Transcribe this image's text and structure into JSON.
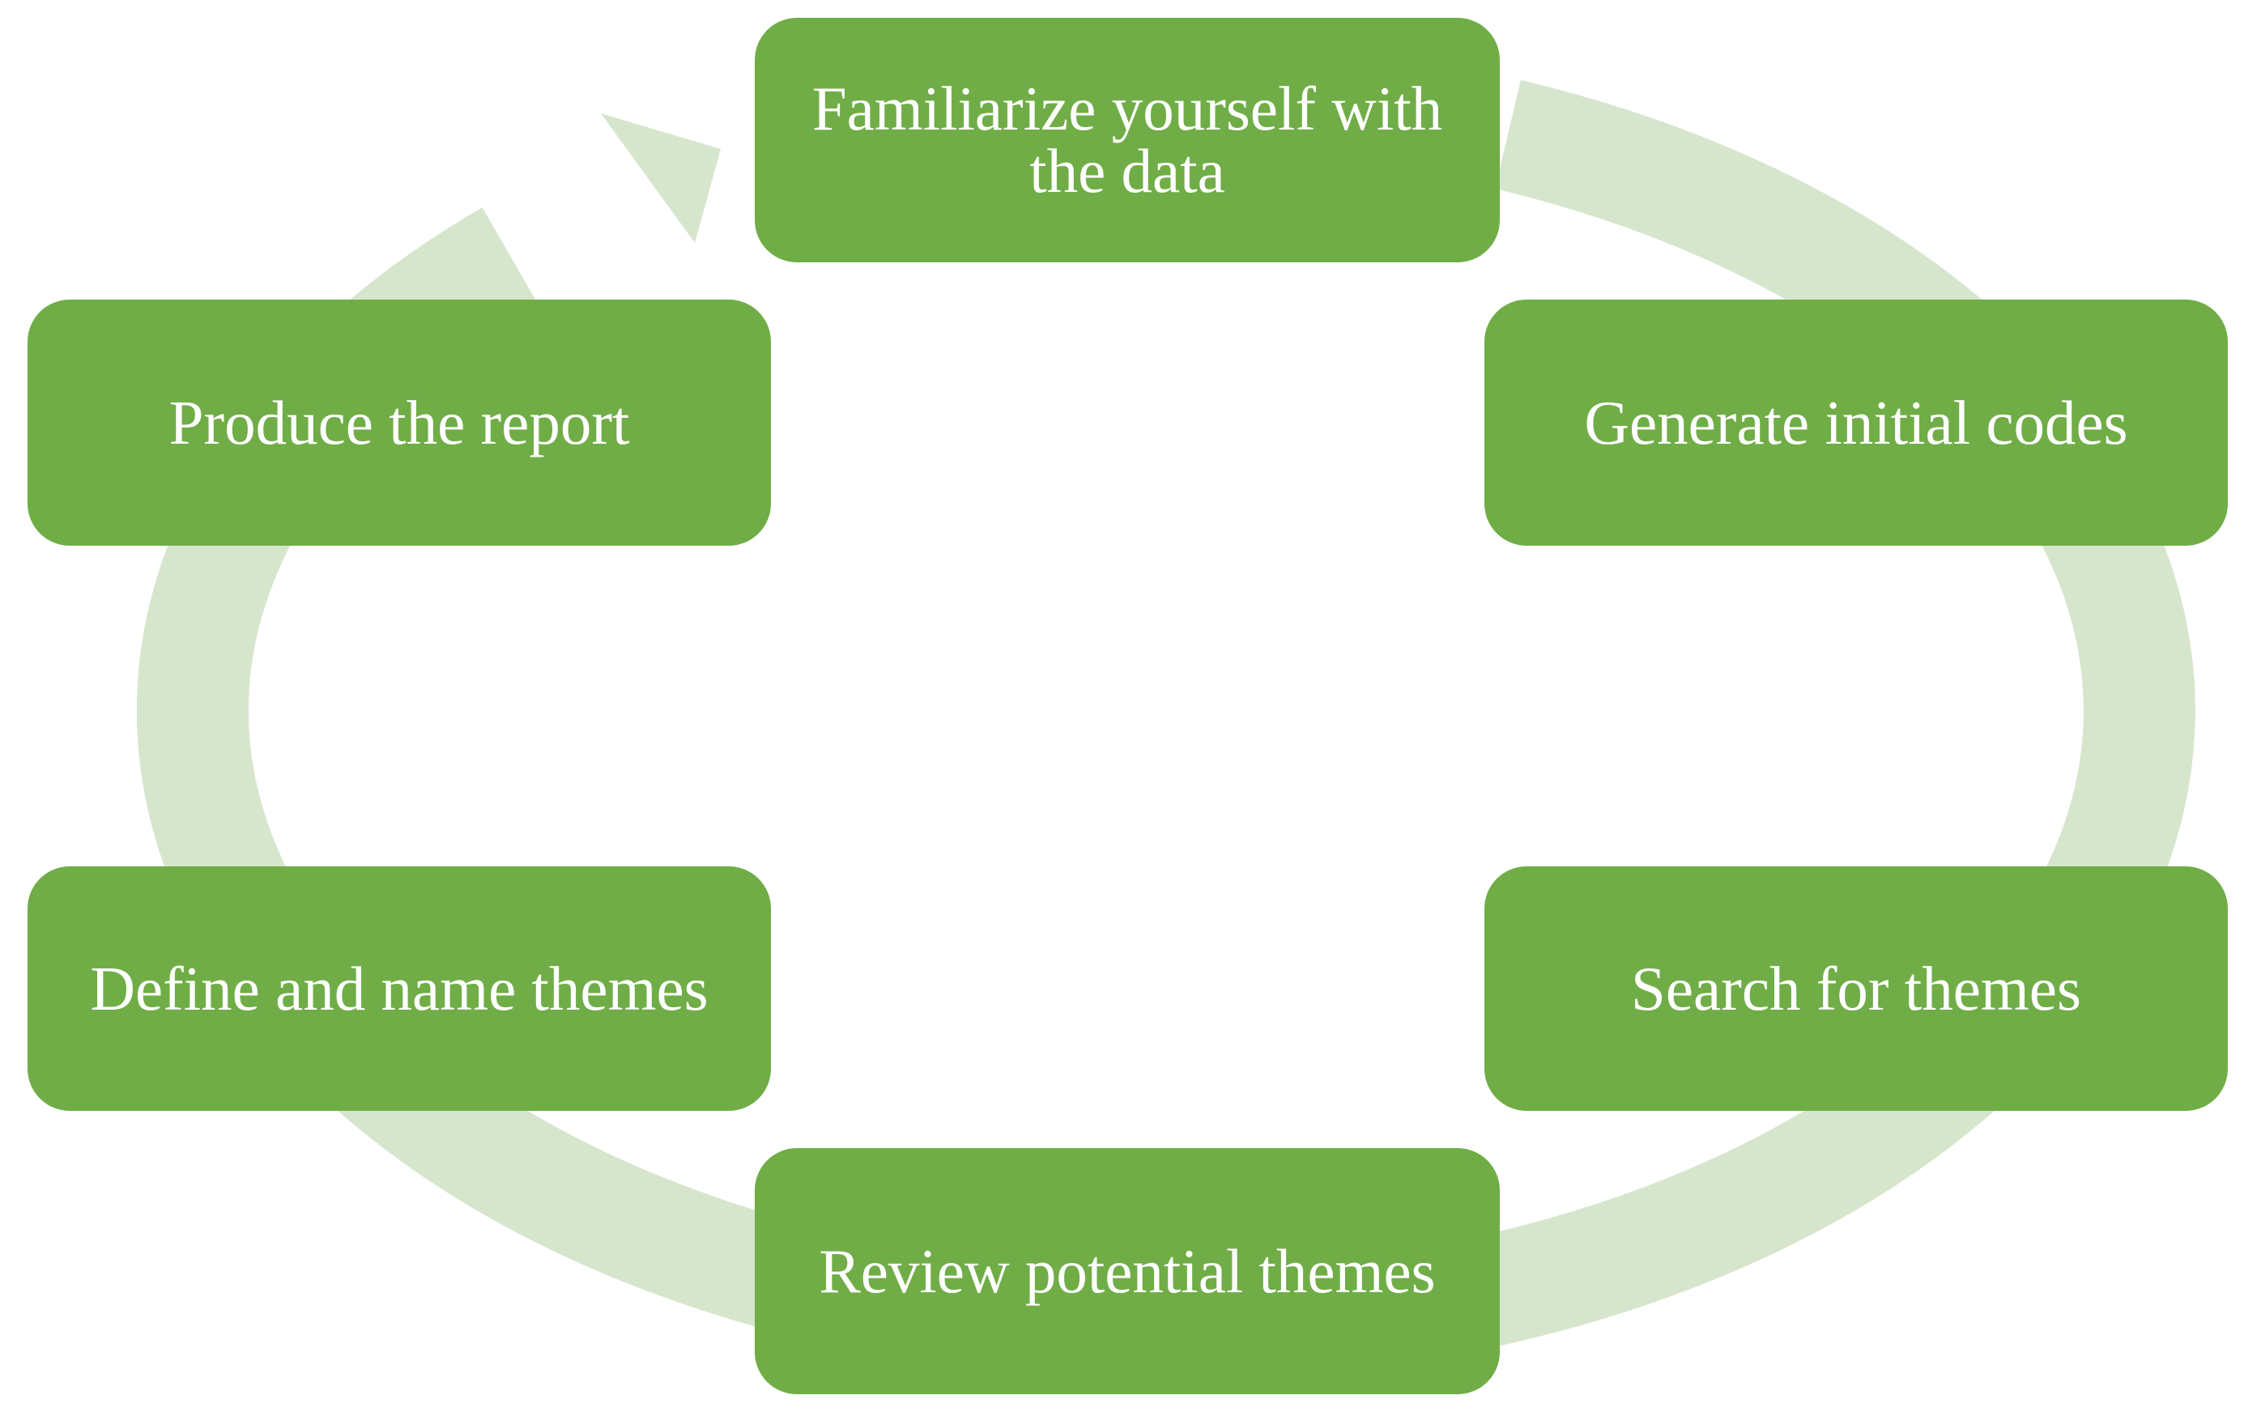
{
  "colors": {
    "box_fill": "#70ad47",
    "box_text": "#ffffff",
    "ring": "#d6e6cd"
  },
  "steps": [
    {
      "label": "Familiarize yourself with the data"
    },
    {
      "label": "Generate initial codes"
    },
    {
      "label": "Search for themes"
    },
    {
      "label": "Review potential themes"
    },
    {
      "label": "Define and name themes"
    },
    {
      "label": "Produce the report"
    }
  ]
}
